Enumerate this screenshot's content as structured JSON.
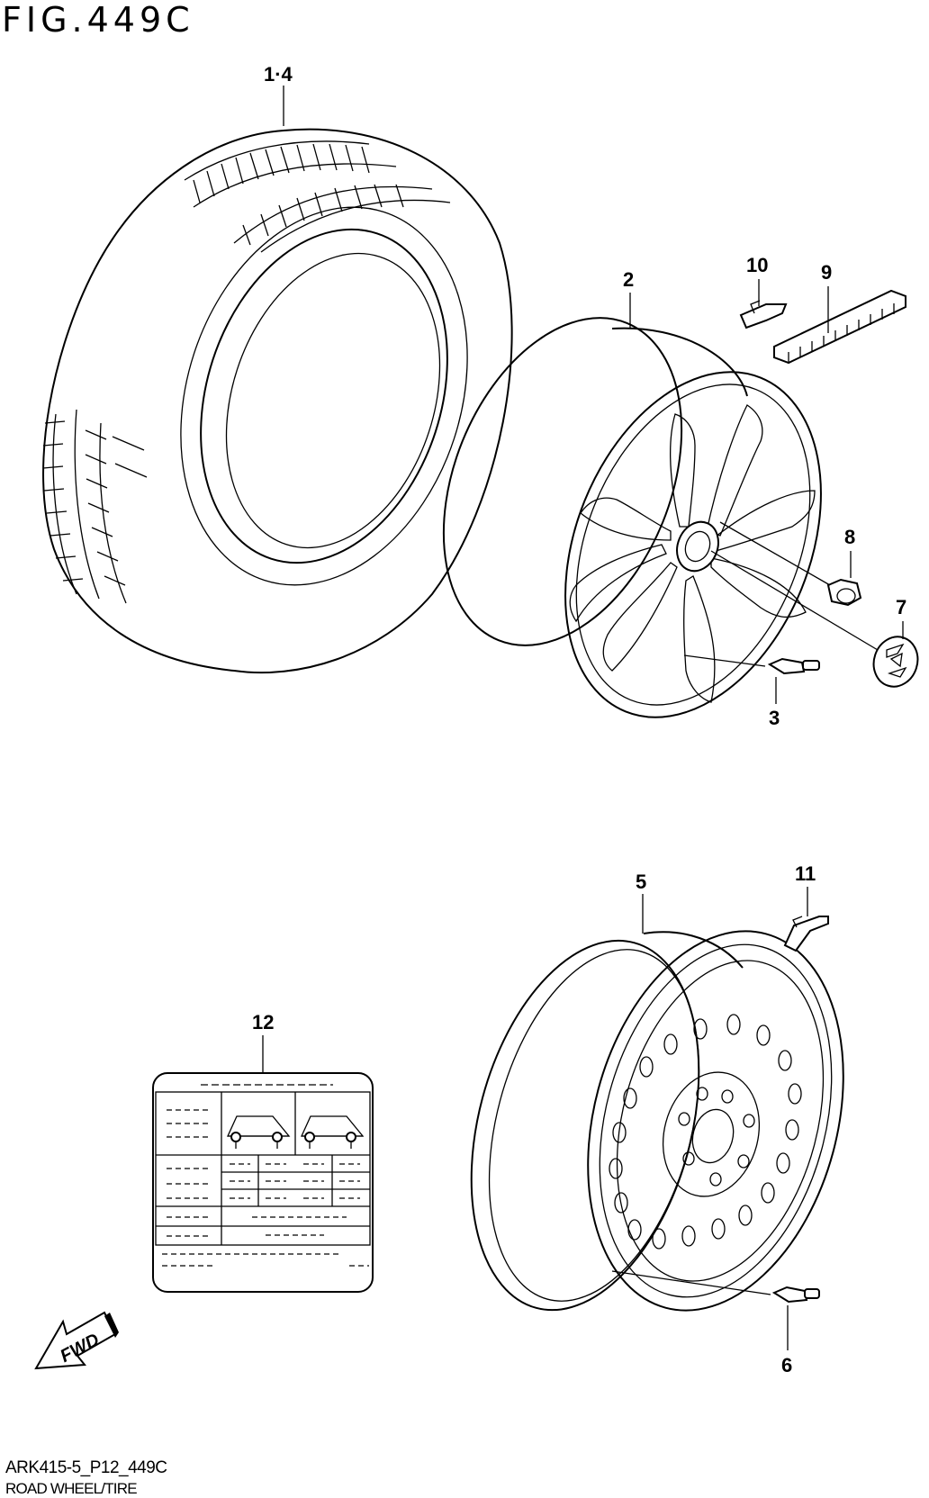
{
  "figure": {
    "title": "FIG.449C",
    "code": "ARK415-5_P12_449C",
    "name": "ROAD WHEEL/TIRE",
    "fwd": "FWD"
  },
  "callouts": [
    {
      "id": "c-1-4",
      "text": "1·4"
    },
    {
      "id": "c-2",
      "text": "2"
    },
    {
      "id": "c-3",
      "text": "3"
    },
    {
      "id": "c-5",
      "text": "5"
    },
    {
      "id": "c-6",
      "text": "6"
    },
    {
      "id": "c-7",
      "text": "7"
    },
    {
      "id": "c-8",
      "text": "8"
    },
    {
      "id": "c-9",
      "text": "9"
    },
    {
      "id": "c-10",
      "text": "10"
    },
    {
      "id": "c-11",
      "text": "11"
    },
    {
      "id": "c-12",
      "text": "12"
    }
  ]
}
